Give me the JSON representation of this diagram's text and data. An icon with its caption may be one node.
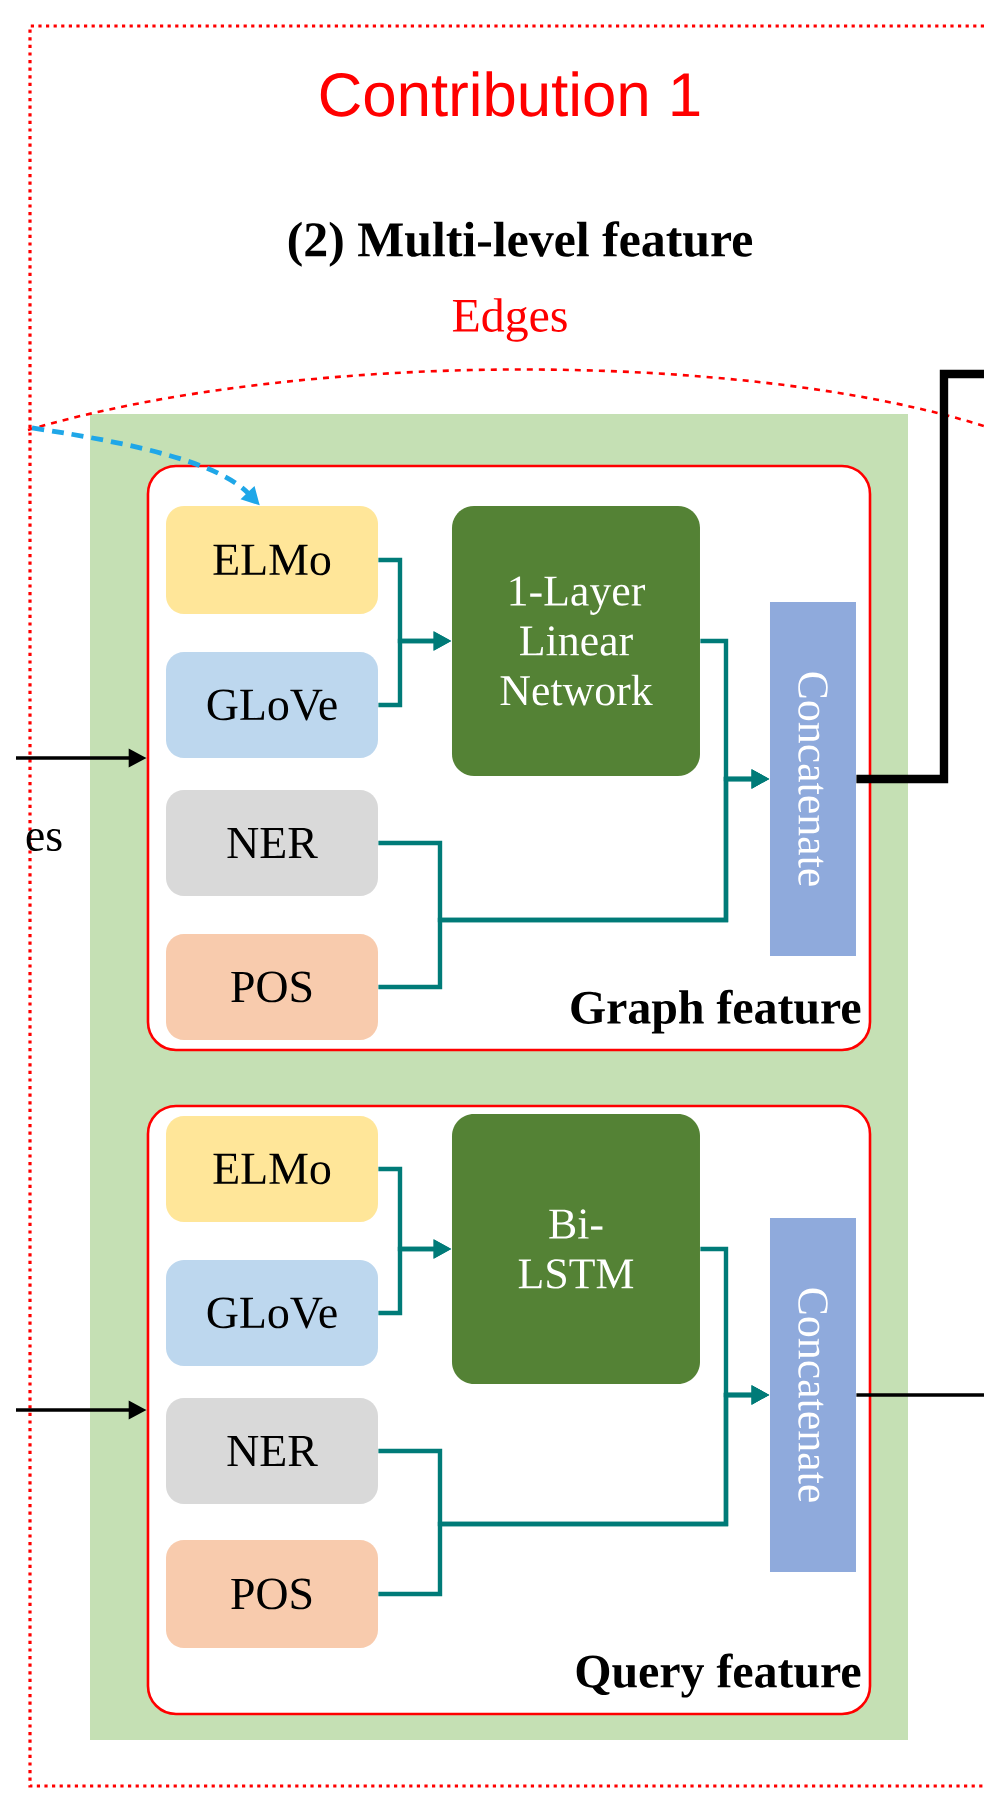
{
  "diagram": {
    "title": "Contribution 1",
    "nodes": [
      {
        "text": [],
        "shape": "box"
      },
      {
        "text": [
          "Graph feature"
        ],
        "in": 0
      },
      {
        "text": [
          "ELMo"
        ],
        "in": 1
      },
      {
        "text": [
          "GLoVe"
        ],
        "in": 1
      },
      {
        "text": [
          "1-Layer Linear Network"
        ],
        "in": 1
      },
      {
        "text": [
          "NER"
        ],
        "in": 1
      },
      {
        "text": [
          "POS"
        ],
        "in": 1
      },
      {
        "text": [
          "Concatenate"
        ],
        "in": 1
      },
      {
        "text": [
          "Query feature"
        ],
        "in": 0
      },
      {
        "text": [
          "ELMo"
        ],
        "in": 8
      },
      {
        "text": [
          "GLoVe"
        ],
        "in": 8
      },
      {
        "text": [
          "Bi- LSTM"
        ],
        "in": 8
      },
      {
        "text": [
          "NER"
        ],
        "in": 8
      },
      {
        "text": [
          "POS"
        ],
        "in": 8
      },
      {
        "text": [
          "Concatenate"
        ],
        "in": 8
      }
    ],
    "edges": [
      {
        "from": 2,
        "to": 4,
        "arrow": "to"
      },
      {
        "from": 3,
        "to": 4,
        "arrow": "to"
      },
      {
        "from": 4,
        "to": 7,
        "arrow": "to"
      },
      {
        "from": 5,
        "to": 7,
        "arrow": "to"
      },
      {
        "from": 6,
        "to": 7,
        "arrow": "to"
      },
      {
        "from": 9,
        "to": 11,
        "arrow": "to"
      },
      {
        "from": 10,
        "to": 11,
        "arrow": "to"
      },
      {
        "from": 11,
        "to": 14,
        "arrow": "to"
      },
      {
        "from": 12,
        "to": 14,
        "arrow": "to"
      },
      {
        "from": 13,
        "to": 14,
        "arrow": "to"
      },
      {
        "from": null,
        "to": 1,
        "arrow": "to",
        "color": "#000000"
      },
      {
        "from": 7,
        "to": null,
        "arrow": "none",
        "style": "thick",
        "color": "#000000"
      },
      {
        "from": null,
        "to": 8,
        "arrow": "to",
        "color": "#000000"
      },
      {
        "from": 14,
        "to": null,
        "arrow": "none",
        "color": "#000000"
      },
      {
        "from": null,
        "to": 2,
        "arrow": "to",
        "style": "dashed",
        "color": "#1fa7e8"
      }
    ],
    "labels": [
      "(2) Multi-level feature",
      "Edges",
      "es"
    ]
  }
}
